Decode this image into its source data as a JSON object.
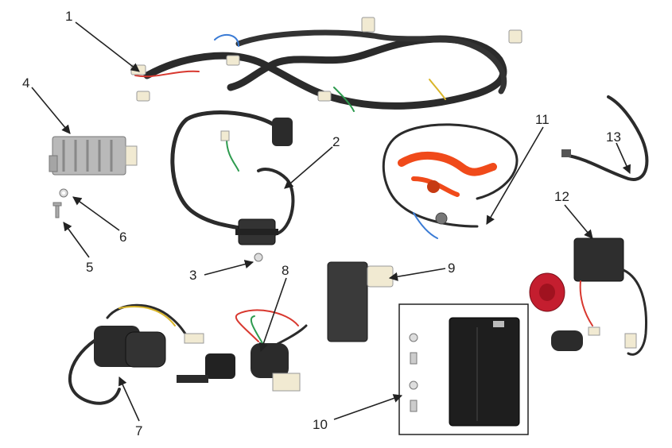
{
  "callouts": [
    {
      "num": "1"
    },
    {
      "num": "2"
    },
    {
      "num": "3"
    },
    {
      "num": "4"
    },
    {
      "num": "5"
    },
    {
      "num": "6"
    },
    {
      "num": "7"
    },
    {
      "num": "8"
    },
    {
      "num": "9"
    },
    {
      "num": "10"
    },
    {
      "num": "11"
    },
    {
      "num": "12"
    },
    {
      "num": "13"
    }
  ],
  "colors": {
    "harness": "#2b2b2b",
    "wire_red": "#d8382f",
    "wire_blue": "#3a7bd5",
    "wire_green": "#2e9b4f",
    "wire_yellow": "#d9b52a",
    "connector": "#f1ead2",
    "regulator": "#b9b9b9",
    "cdi": "#3a3a3a",
    "relay_red": "#c41e2f",
    "kill_switch_red": "#f04a1a"
  }
}
